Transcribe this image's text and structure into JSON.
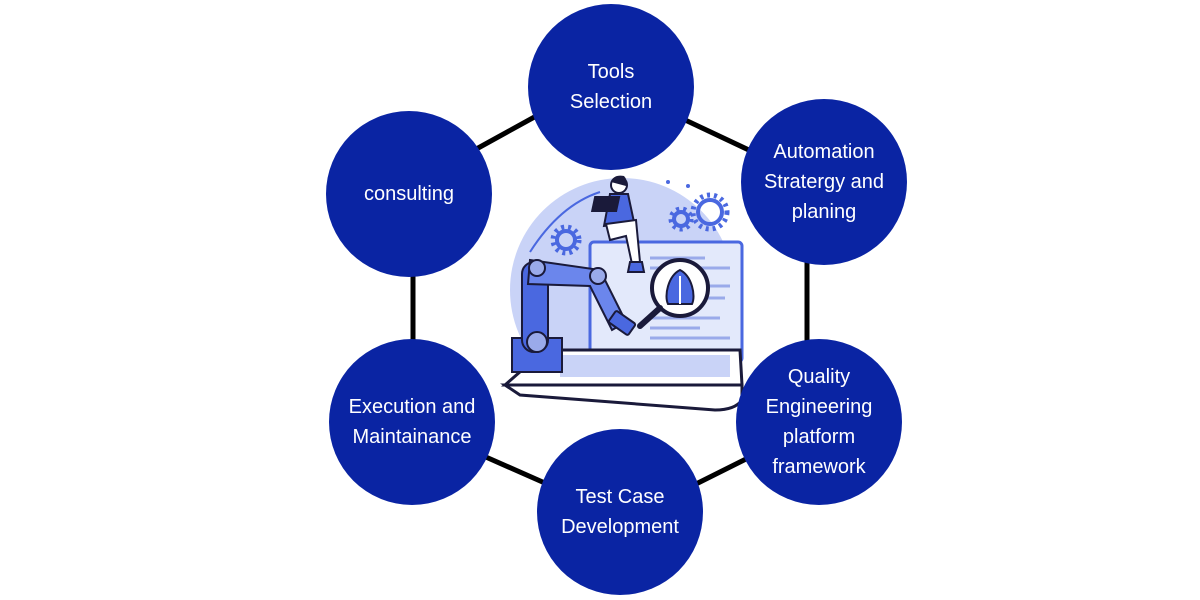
{
  "nodes": {
    "tools_selection": "Tools\nSelection",
    "automation_strategy": "Automation\nStratergy and\nplaning",
    "quality_engineering": "Quality\nEngineering\nplatform\nframework",
    "test_case_development": "Test Case\nDevelopment",
    "execution_maintenance": "Execution and\nMaintainance",
    "consulting": "consulting"
  },
  "colors": {
    "node_fill": "#0a24a3",
    "connector": "#000000",
    "illustration_blue": "#4a68e0",
    "illustration_light": "#c9d3f7",
    "illustration_pale": "#e3e9fb"
  },
  "icons": {
    "center_illustration": "robot-arm-laptop-bug-icon"
  }
}
